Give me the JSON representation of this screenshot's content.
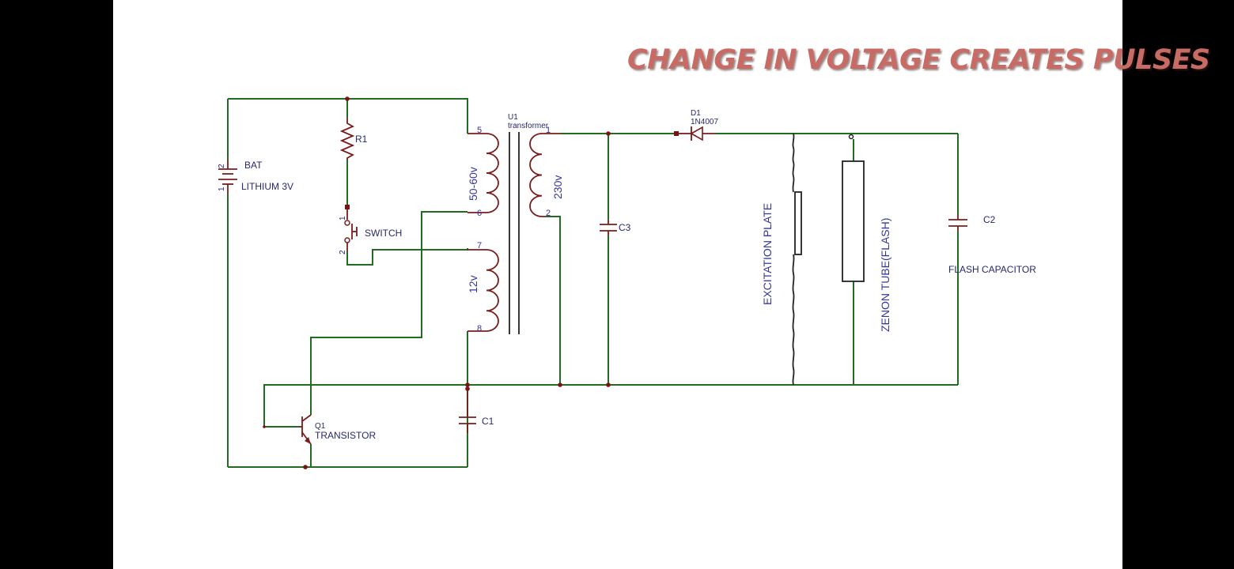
{
  "title": "CHANGE IN VOLTAGE CREATES PULSES",
  "components": {
    "battery": {
      "ref": "BAT",
      "value": "LITHIUM 3V",
      "pin1": "1",
      "pin2": "2"
    },
    "resistor": {
      "ref": "R1"
    },
    "switch": {
      "ref": "SWITCH",
      "pin1": "1",
      "pin2": "2"
    },
    "transformer": {
      "ref": "U1",
      "name": "transformer",
      "primary_voltage": "50-60v",
      "feedback_voltage": "12v",
      "secondary_voltage": "230v",
      "pins": {
        "p5": "5",
        "p6": "6",
        "p7": "7",
        "p8": "8",
        "p1": "1",
        "p2": "2"
      }
    },
    "diode": {
      "ref": "D1",
      "value": "1N4007"
    },
    "c3": {
      "ref": "C3"
    },
    "excitation_plate": {
      "label": "EXCITATION PLATE"
    },
    "xenon_tube": {
      "label": "ZENON TUBE(FLASH)"
    },
    "c2": {
      "ref": "C2",
      "label": "FLASH CAPACITOR"
    },
    "transistor": {
      "ref": "Q1",
      "label": "TRANSISTOR"
    },
    "c1": {
      "ref": "C1"
    }
  }
}
